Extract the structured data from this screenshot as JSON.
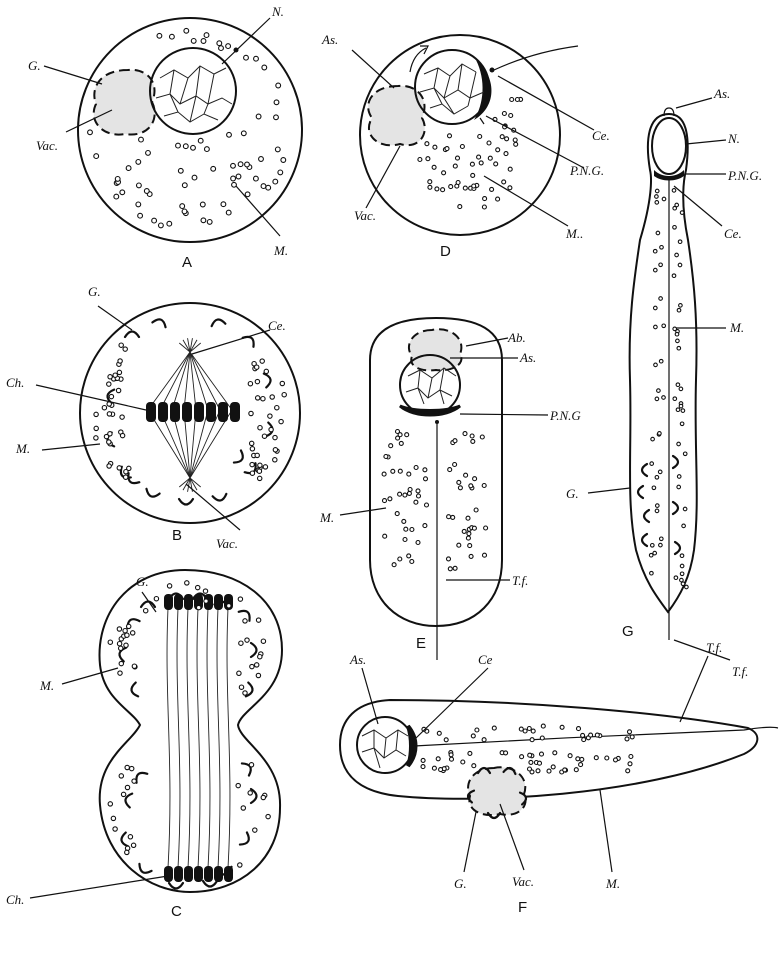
{
  "panels": {
    "A": {
      "letter": "A",
      "labels": {
        "G": "G.",
        "Vac": "Vac.",
        "N": "N.",
        "M": "M."
      }
    },
    "B": {
      "letter": "B",
      "labels": {
        "G": "G.",
        "Ce": "Ce.",
        "Ch": "Ch.",
        "M": "M.",
        "Vac": "Vac."
      }
    },
    "C": {
      "letter": "C",
      "labels": {
        "G": "G.",
        "M": "M.",
        "Ch": "Ch."
      }
    },
    "D": {
      "letter": "D",
      "labels": {
        "As": "As.",
        "Ce": "Ce.",
        "PNG": "P.N.G.",
        "Vac": "Vac.",
        "M": "M.."
      }
    },
    "E": {
      "letter": "E",
      "labels": {
        "Ab": "Ab.",
        "As": "As.",
        "PNG": "P.N.G",
        "M": "M.",
        "Tf": "T.f."
      }
    },
    "F": {
      "letter": "F",
      "labels": {
        "As": "As.",
        "Ce": "Ce",
        "Tf": "T.f.",
        "G": "G.",
        "Vac": "Vac.",
        "M": "M."
      }
    },
    "G": {
      "letter": "G",
      "labels": {
        "As": "As.",
        "N": "N.",
        "PNG": "P.N.G.",
        "Ce": "Ce.",
        "M": "M.",
        "G": "G.",
        "Tf": "T.f."
      }
    }
  }
}
